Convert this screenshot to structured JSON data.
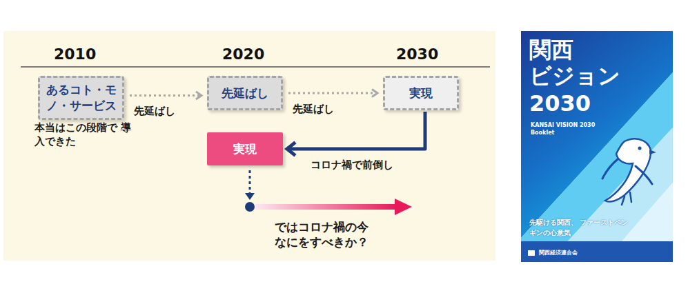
{
  "diagram": {
    "nodes": [
      {
        "text": [
          "あるコト・モノ・サービス"
        ]
      },
      {
        "text": [
          "先延ばし"
        ]
      },
      {
        "text": [
          "実現"
        ]
      },
      {
        "text": [
          "実現"
        ]
      },
      {
        "text": [
          "関西",
          "ビジョン",
          "2030",
          "KANSAI VISION 2030",
          "Booklet",
          "先駆ける関西、 ファーストペンギンの心意気",
          "関西経済連合会"
        ]
      }
    ],
    "edges": [
      {
        "from": 0,
        "to": 1,
        "arrow": "to",
        "label": "先延ばし"
      },
      {
        "from": 1,
        "to": 2,
        "arrow": "to",
        "label": "先延ばし"
      },
      {
        "from": 2,
        "to": 3,
        "arrow": "to",
        "label": "コロナ禍で前倒し"
      }
    ],
    "labels": [
      "2010",
      "2020",
      "2030",
      "本当はこの段階で 導入できた",
      "ではコロナ禍の今 なにをすべきか？"
    ]
  }
}
